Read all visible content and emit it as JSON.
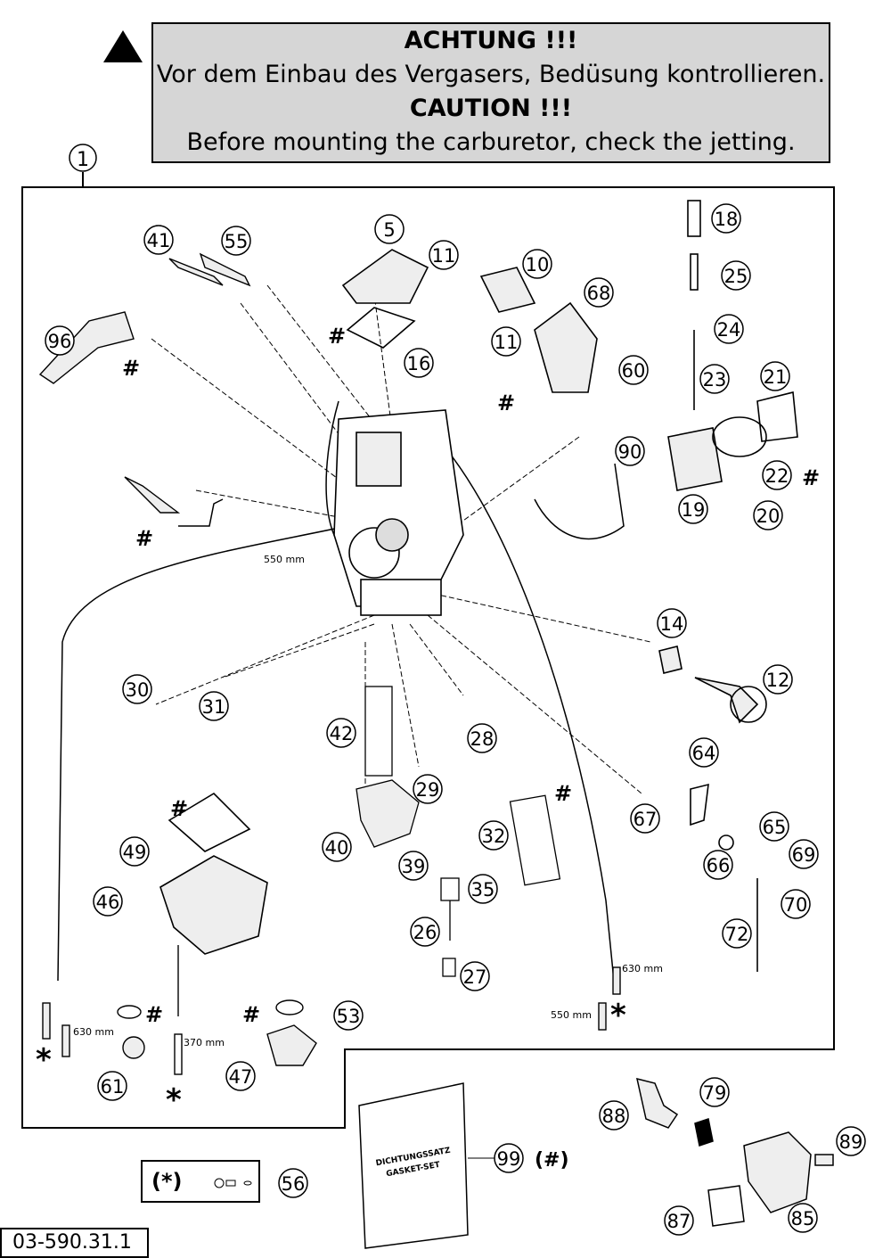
{
  "warning": {
    "title_de": "ACHTUNG !!!",
    "text_de": "Vor dem Einbau des Vergasers, Bedüsung kontrollieren.",
    "title_en": "CAUTION !!!",
    "text_en": "Before mounting the carburetor, check the jetting."
  },
  "assembly_ref": "1",
  "callouts": [
    "5",
    "10",
    "11",
    "11",
    "12",
    "14",
    "16",
    "18",
    "19",
    "20",
    "21",
    "22",
    "23",
    "24",
    "25",
    "26",
    "27",
    "28",
    "29",
    "30",
    "31",
    "32",
    "35",
    "39",
    "40",
    "41",
    "42",
    "46",
    "47",
    "49",
    "53",
    "55",
    "56",
    "60",
    "61",
    "64",
    "65",
    "66",
    "67",
    "68",
    "69",
    "70",
    "72",
    "79",
    "85",
    "87",
    "88",
    "89",
    "90",
    "96",
    "99"
  ],
  "dimensions": {
    "d550a": "550 mm",
    "d550b": "550 mm",
    "d630a": "630 mm",
    "d630b": "630 mm",
    "d370": "370 mm"
  },
  "symbols": {
    "hash": "#",
    "star": "*"
  },
  "gasket_set": {
    "line1": "DICHTUNGSSATZ",
    "line2": "GASKET-SET",
    "suffix": "(#)"
  },
  "legend": {
    "symbol": "(*)"
  },
  "doc_number": "03-590.31.1"
}
